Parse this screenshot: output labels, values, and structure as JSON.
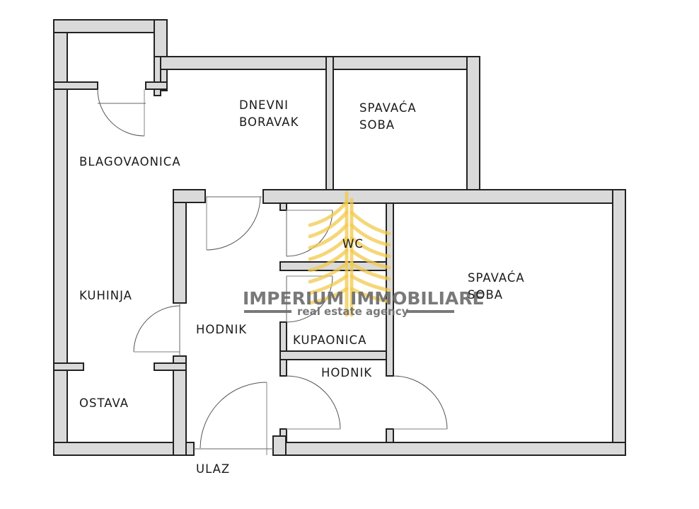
{
  "floorplan": {
    "rooms": {
      "blagovaonica": "BLAGOVAONICA",
      "dnevni_boravak_line1": "DNEVNI",
      "dnevni_boravak_line2": "BORAVAK",
      "spavaca_soba_1_line1": "SPAVAĆA",
      "spavaca_soba_1_line2": "SOBA",
      "spavaca_soba_2_line1": "SPAVAĆA",
      "spavaca_soba_2_line2": "SOBA",
      "wc": "WC",
      "kuhinja": "KUHINJA",
      "hodnik_1": "HODNIK",
      "kupaonica": "KUPAONICA",
      "hodnik_2": "HODNIK",
      "ostava": "OSTAVA",
      "ulaz": "ULAZ"
    },
    "colors": {
      "wall_fill": "#dadada",
      "wall_stroke": "#222222",
      "background": "#ffffff"
    }
  },
  "watermark": {
    "title": "IMPERIUM IMMOBILIARE",
    "subtitle": "real estate agency",
    "logo_color": "#f2c94c",
    "text_color": "#6b6b6b"
  }
}
